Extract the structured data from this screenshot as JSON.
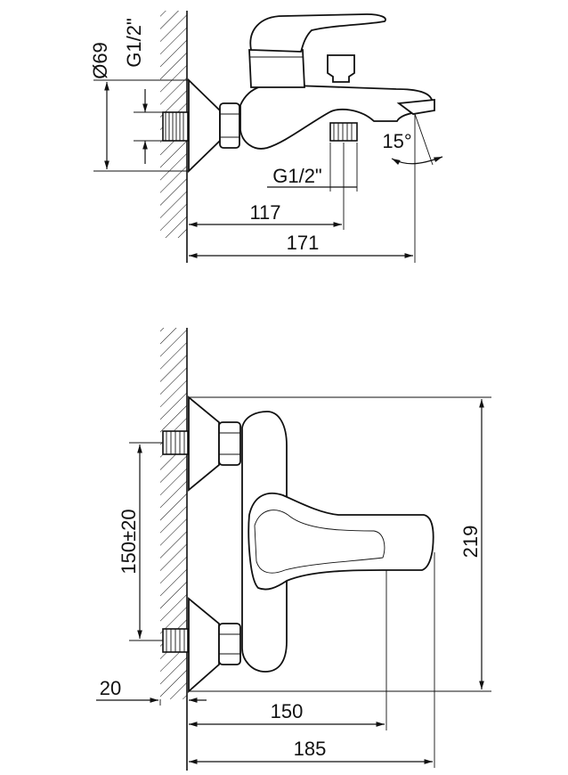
{
  "labels": {
    "diameter": "Ø69",
    "thread_inlet": "G1/2\"",
    "thread_outlet": "G1/2\"",
    "angle": "15°",
    "dim_117": "117",
    "dim_171": "171",
    "dim_150_20": "150±20",
    "dim_219": "219",
    "dim_20": "20",
    "dim_150": "150",
    "dim_185": "185"
  }
}
